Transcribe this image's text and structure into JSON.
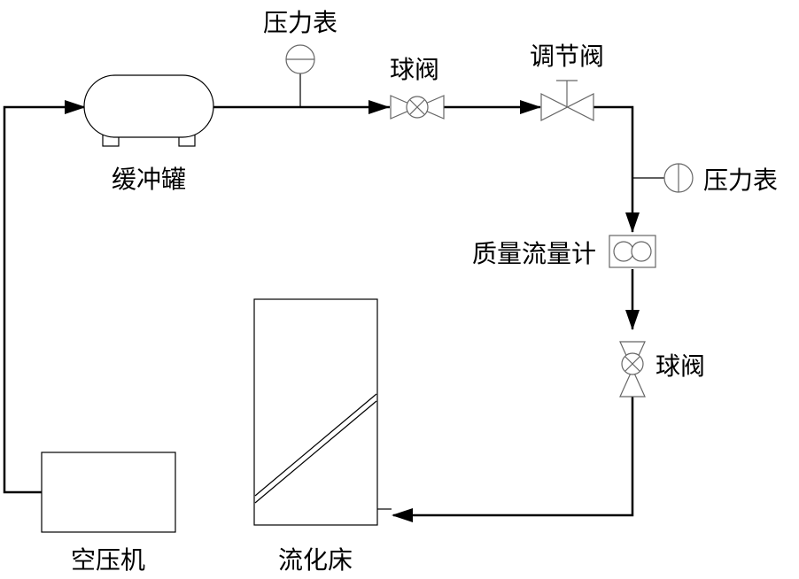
{
  "labels": {
    "buffer_tank": "缓冲罐",
    "pressure_gauge_top": "压力表",
    "ball_valve_top": "球阀",
    "regulating_valve": "调节阀",
    "pressure_gauge_right": "压力表",
    "mass_flow_meter": "质量流量计",
    "ball_valve_right": "球阀",
    "fluidized_bed": "流化床",
    "air_compressor": "空压机"
  }
}
